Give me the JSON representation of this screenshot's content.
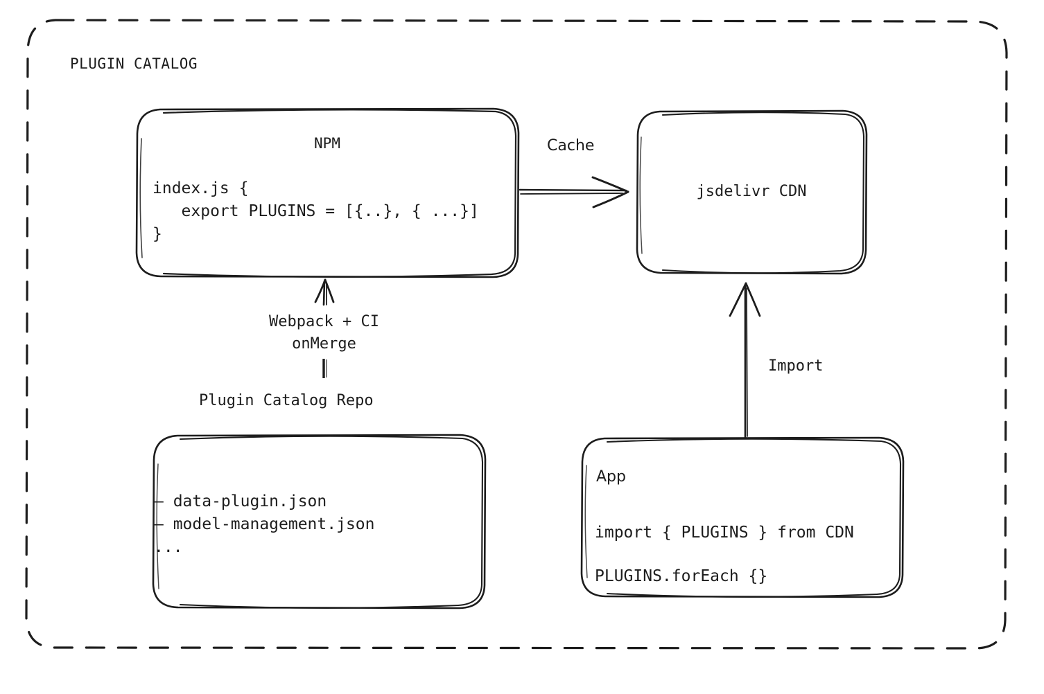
{
  "diagram": {
    "container": {
      "title": "PLUGIN CATALOG",
      "border_style": "dashed",
      "stroke_color": "#1d1d1d"
    },
    "nodes": {
      "npm": {
        "title": "NPM",
        "code_lines": [
          "index.js {",
          "   export PLUGINS = [{..}, { ...}]",
          "}"
        ],
        "code_text": "index.js {\n   export PLUGINS = [{..}, { ...}]\n}"
      },
      "cdn": {
        "title": "jsdelivr CDN"
      },
      "repo": {
        "caption": "Plugin Catalog Repo",
        "items": [
          "– data-plugin.json",
          "– model-management.json",
          "..."
        ],
        "items_text": "– data-plugin.json\n– model-management.json\n..."
      },
      "app": {
        "title": "App",
        "code_lines": [
          "import { PLUGINS } from CDN",
          "PLUGINS.forEach {}"
        ],
        "code_text": "import { PLUGINS } from CDN\nPLUGINS.forEach {}"
      }
    },
    "edges": {
      "cache": {
        "label": "Cache",
        "from": "npm",
        "to": "cdn",
        "direction": "right"
      },
      "build": {
        "label": "Webpack + CI\nonMerge",
        "label_line1": "Webpack + CI",
        "label_line2": "onMerge",
        "from": "repo",
        "to": "npm",
        "direction": "up"
      },
      "import": {
        "label": "Import",
        "from": "app",
        "to": "cdn",
        "direction": "up"
      }
    }
  }
}
